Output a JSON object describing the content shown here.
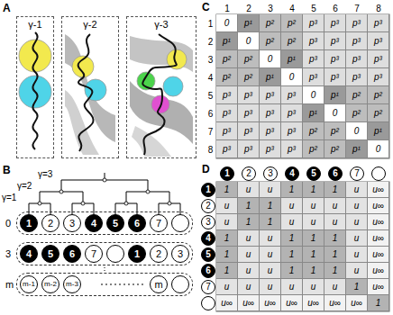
{
  "diagram": {
    "nodes": [
      {
        "text": [
          "γ-1"
        ]
      },
      {
        "text": [
          "γ-2"
        ]
      },
      {
        "text": [
          "γ-3"
        ]
      },
      {
        "text": [
          "0"
        ]
      },
      {
        "text": [
          "1"
        ],
        "in": 3
      },
      {
        "text": [
          "2"
        ],
        "in": 3
      },
      {
        "text": [
          "3"
        ],
        "in": 3
      },
      {
        "text": [
          "4"
        ],
        "in": 3
      },
      {
        "text": [
          "5"
        ],
        "in": 3
      },
      {
        "text": [
          "6"
        ],
        "in": 3
      },
      {
        "text": [
          "7"
        ],
        "in": 3
      },
      {
        "text": [
          "3"
        ]
      },
      {
        "text": [
          "4"
        ],
        "in": 11
      },
      {
        "text": [
          "5"
        ],
        "in": 11
      },
      {
        "text": [
          "6"
        ],
        "in": 11
      },
      {
        "text": [
          "7"
        ],
        "in": 11
      },
      {
        "text": [
          "1"
        ],
        "in": 11
      },
      {
        "text": [
          "2"
        ],
        "in": 11
      },
      {
        "text": [
          "3"
        ],
        "in": 11
      },
      {
        "text": [
          "m"
        ]
      },
      {
        "text": [
          "m-1"
        ],
        "in": 19
      },
      {
        "text": [
          "m-2"
        ],
        "in": 19
      },
      {
        "text": [
          "m-3"
        ],
        "in": 19
      },
      {
        "text": [
          "m"
        ],
        "in": 19
      },
      {
        "text": [
          "1"
        ]
      },
      {
        "text": [
          "2"
        ]
      },
      {
        "text": [
          "3"
        ]
      },
      {
        "text": [
          "4"
        ]
      },
      {
        "text": [
          "5"
        ]
      },
      {
        "text": [
          "6"
        ]
      },
      {
        "text": [
          "7"
        ]
      },
      {
        "text": [
          "1"
        ]
      },
      {
        "text": [
          "2"
        ]
      },
      {
        "text": [
          "3"
        ]
      },
      {
        "text": [
          "4"
        ]
      },
      {
        "text": [
          "5"
        ]
      },
      {
        "text": [
          "6"
        ]
      },
      {
        "text": [
          "7"
        ]
      }
    ],
    "labels": [
      "A",
      "B",
      "C",
      "D",
      "γ=3",
      "γ=2",
      "γ=1",
      "1",
      "2",
      "3",
      "4",
      "5",
      "6",
      "7",
      "8",
      "1",
      "2",
      "3",
      "4",
      "5",
      "6",
      "7",
      "8",
      "0",
      "p¹",
      "p²",
      "p²",
      "p³",
      "p³",
      "p³",
      "p³",
      "p¹",
      "0",
      "p²",
      "p²",
      "p³",
      "p³",
      "p³",
      "p³",
      "p²",
      "p²",
      "0",
      "p¹",
      "p³",
      "p³",
      "p³",
      "p³",
      "p²",
      "p²",
      "p¹",
      "0",
      "p³",
      "p³",
      "p³",
      "p³",
      "p³",
      "p³",
      "p³",
      "p³",
      "0",
      "p¹",
      "p²",
      "p²",
      "p³",
      "p³",
      "p³",
      "p³",
      "p¹",
      "0",
      "p²",
      "p²",
      "p³",
      "p³",
      "p³",
      "p³",
      "p²",
      "p²",
      "0",
      "p¹",
      "p³",
      "p³",
      "p³",
      "p³",
      "p²",
      "p²",
      "p¹",
      "0",
      "1",
      "u",
      "u",
      "1",
      "1",
      "1",
      "u",
      "u∞",
      "u",
      "1",
      "1",
      "u",
      "u",
      "u",
      "u",
      "u∞",
      "u",
      "1",
      "1",
      "u",
      "u",
      "u",
      "u",
      "u∞",
      "1",
      "u",
      "u",
      "1",
      "1",
      "1",
      "u",
      "u∞",
      "1",
      "u",
      "u",
      "1",
      "1",
      "1",
      "u",
      "u∞",
      "1",
      "u",
      "u",
      "1",
      "1",
      "1",
      "u",
      "u∞",
      "u",
      "u",
      "u",
      "u",
      "u",
      "u",
      "1",
      "u∞",
      "u∞",
      "u∞",
      "u∞",
      "u∞",
      "u∞",
      "u∞",
      "u∞",
      "1"
    ]
  }
}
